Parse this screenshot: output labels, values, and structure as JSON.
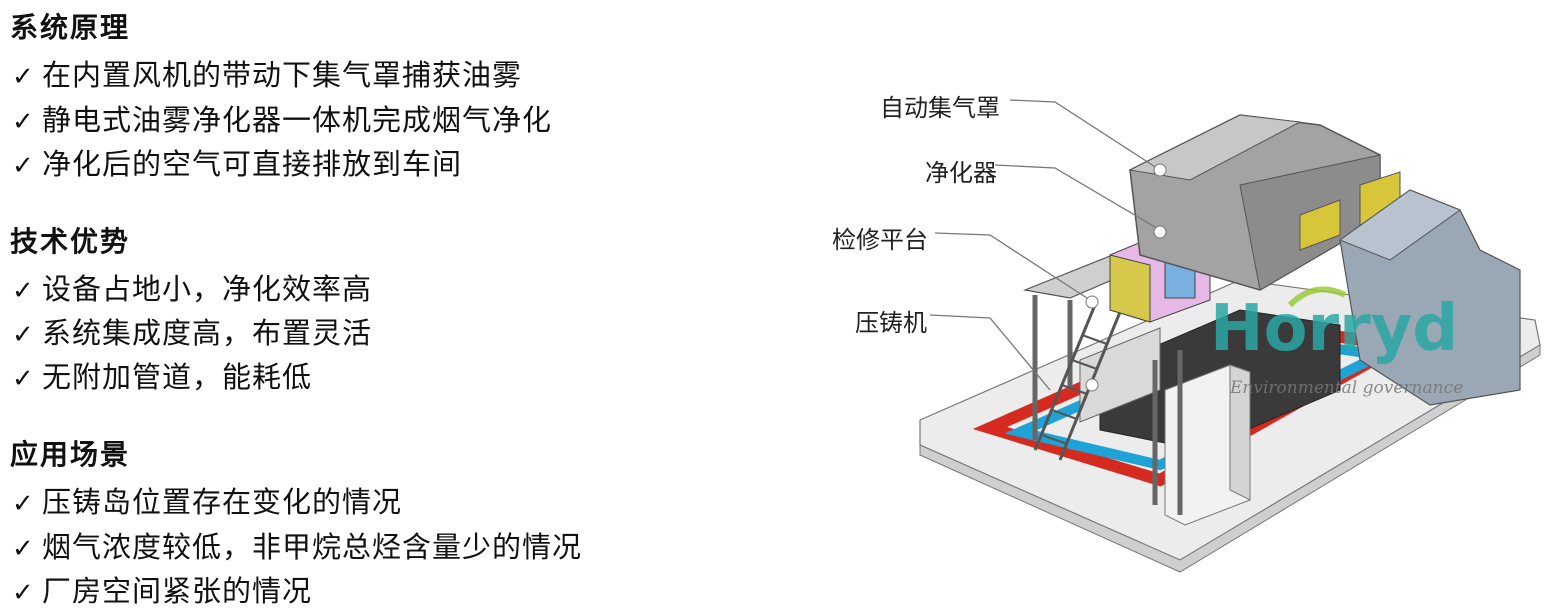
{
  "sections": [
    {
      "title": "系统原理",
      "items": [
        "在内置风机的带动下集气罩捕获油雾",
        "静电式油雾净化器一体机完成烟气净化",
        "净化后的空气可直接排放到车间"
      ]
    },
    {
      "title": "技术优势",
      "items": [
        "设备占地小，净化效率高",
        "系统集成度高，布置灵活",
        "无附加管道，能耗低"
      ]
    },
    {
      "title": "应用场景",
      "items": [
        "压铸岛位置存在变化的情况",
        "烟气浓度较低，非甲烷总烃含量少的情况",
        "厂房空间紧张的情况"
      ]
    }
  ],
  "check_glyph": "✓",
  "diagram": {
    "callouts": [
      "自动集气罩",
      "净化器",
      "检修平台",
      "压铸机"
    ],
    "logo_text": "Horryd",
    "logo_subtext": "Environmental governance"
  },
  "colors": {
    "floor_red": "#d42a20",
    "floor_blue": "#1ea3d6",
    "logo_teal": "#2aa7a4",
    "logo_green": "#9ec93b",
    "hood_gray": "#9c9c9c",
    "accent_yellow": "#d8c63a"
  }
}
